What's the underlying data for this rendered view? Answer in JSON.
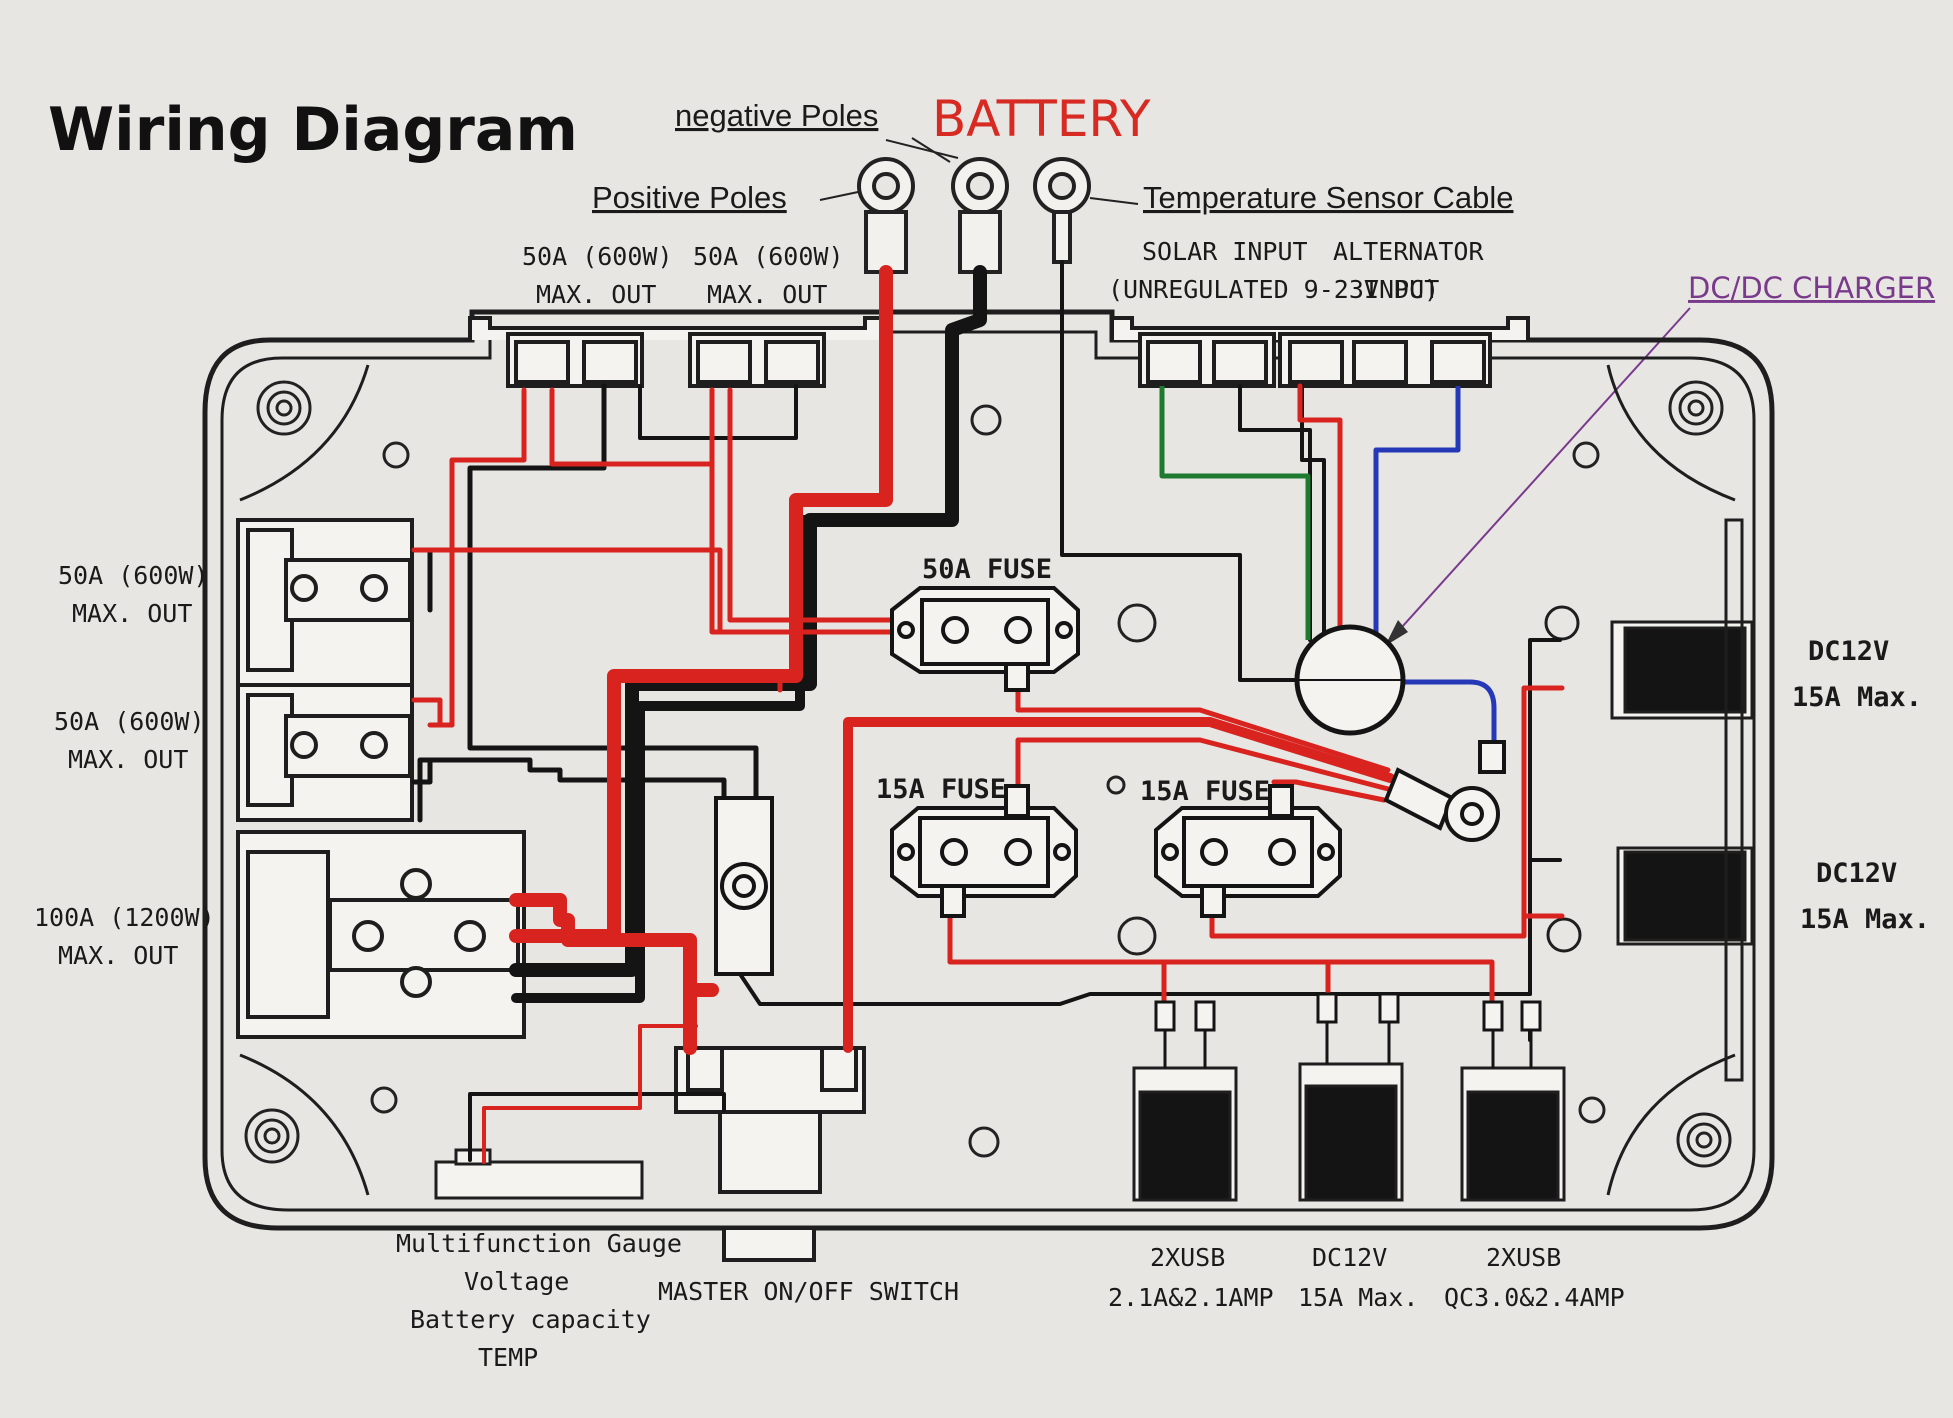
{
  "title": "Wiring Diagram",
  "battery": {
    "label": "BATTERY",
    "negative_label": "negative Poles",
    "positive_label": "Positive Poles",
    "temp_label": "Temperature Sensor Cable"
  },
  "top_outputs": {
    "left_rating": "50A (600W)",
    "left_sub": "MAX. OUT",
    "right_rating": "50A (600W)",
    "right_sub": "MAX. OUT"
  },
  "inputs": {
    "solar": "SOLAR INPUT",
    "solar_sub": "(UNREGULATED 9-23V DC)",
    "alternator": "ALTERNATOR",
    "alternator_sub": "INPUT"
  },
  "dcdc_label": "DC/DC CHARGER",
  "left_outputs": [
    {
      "rating": "50A (600W)",
      "sub": "MAX. OUT"
    },
    {
      "rating": "50A (600W)",
      "sub": "MAX. OUT"
    },
    {
      "rating": "100A (1200W)",
      "sub": "MAX. OUT"
    }
  ],
  "right_outputs": [
    {
      "name": "DC12V",
      "sub": "15A Max."
    },
    {
      "name": "DC12V",
      "sub": "15A Max."
    }
  ],
  "fuses": {
    "main": "50A FUSE",
    "left": "15A FUSE",
    "right": "15A FUSE"
  },
  "gauge": [
    "Multifunction Gauge",
    "Voltage",
    "Battery capacity",
    "TEMP"
  ],
  "master_switch": "MASTER ON/OFF SWITCH",
  "bottom_outputs": [
    {
      "name": "2XUSB",
      "sub": "2.1A&2.1AMP"
    },
    {
      "name": "DC12V",
      "sub": "15A Max."
    },
    {
      "name": "2XUSB",
      "sub": "QC3.0&2.4AMP"
    }
  ],
  "colors": {
    "wire_red": "#d8231f",
    "wire_black": "#141414",
    "wire_green": "#1e7a2e",
    "wire_blue": "#2438b8",
    "accent_red": "#d62a22",
    "accent_purple": "#7a3a8c",
    "background": "#e7e6e3"
  }
}
